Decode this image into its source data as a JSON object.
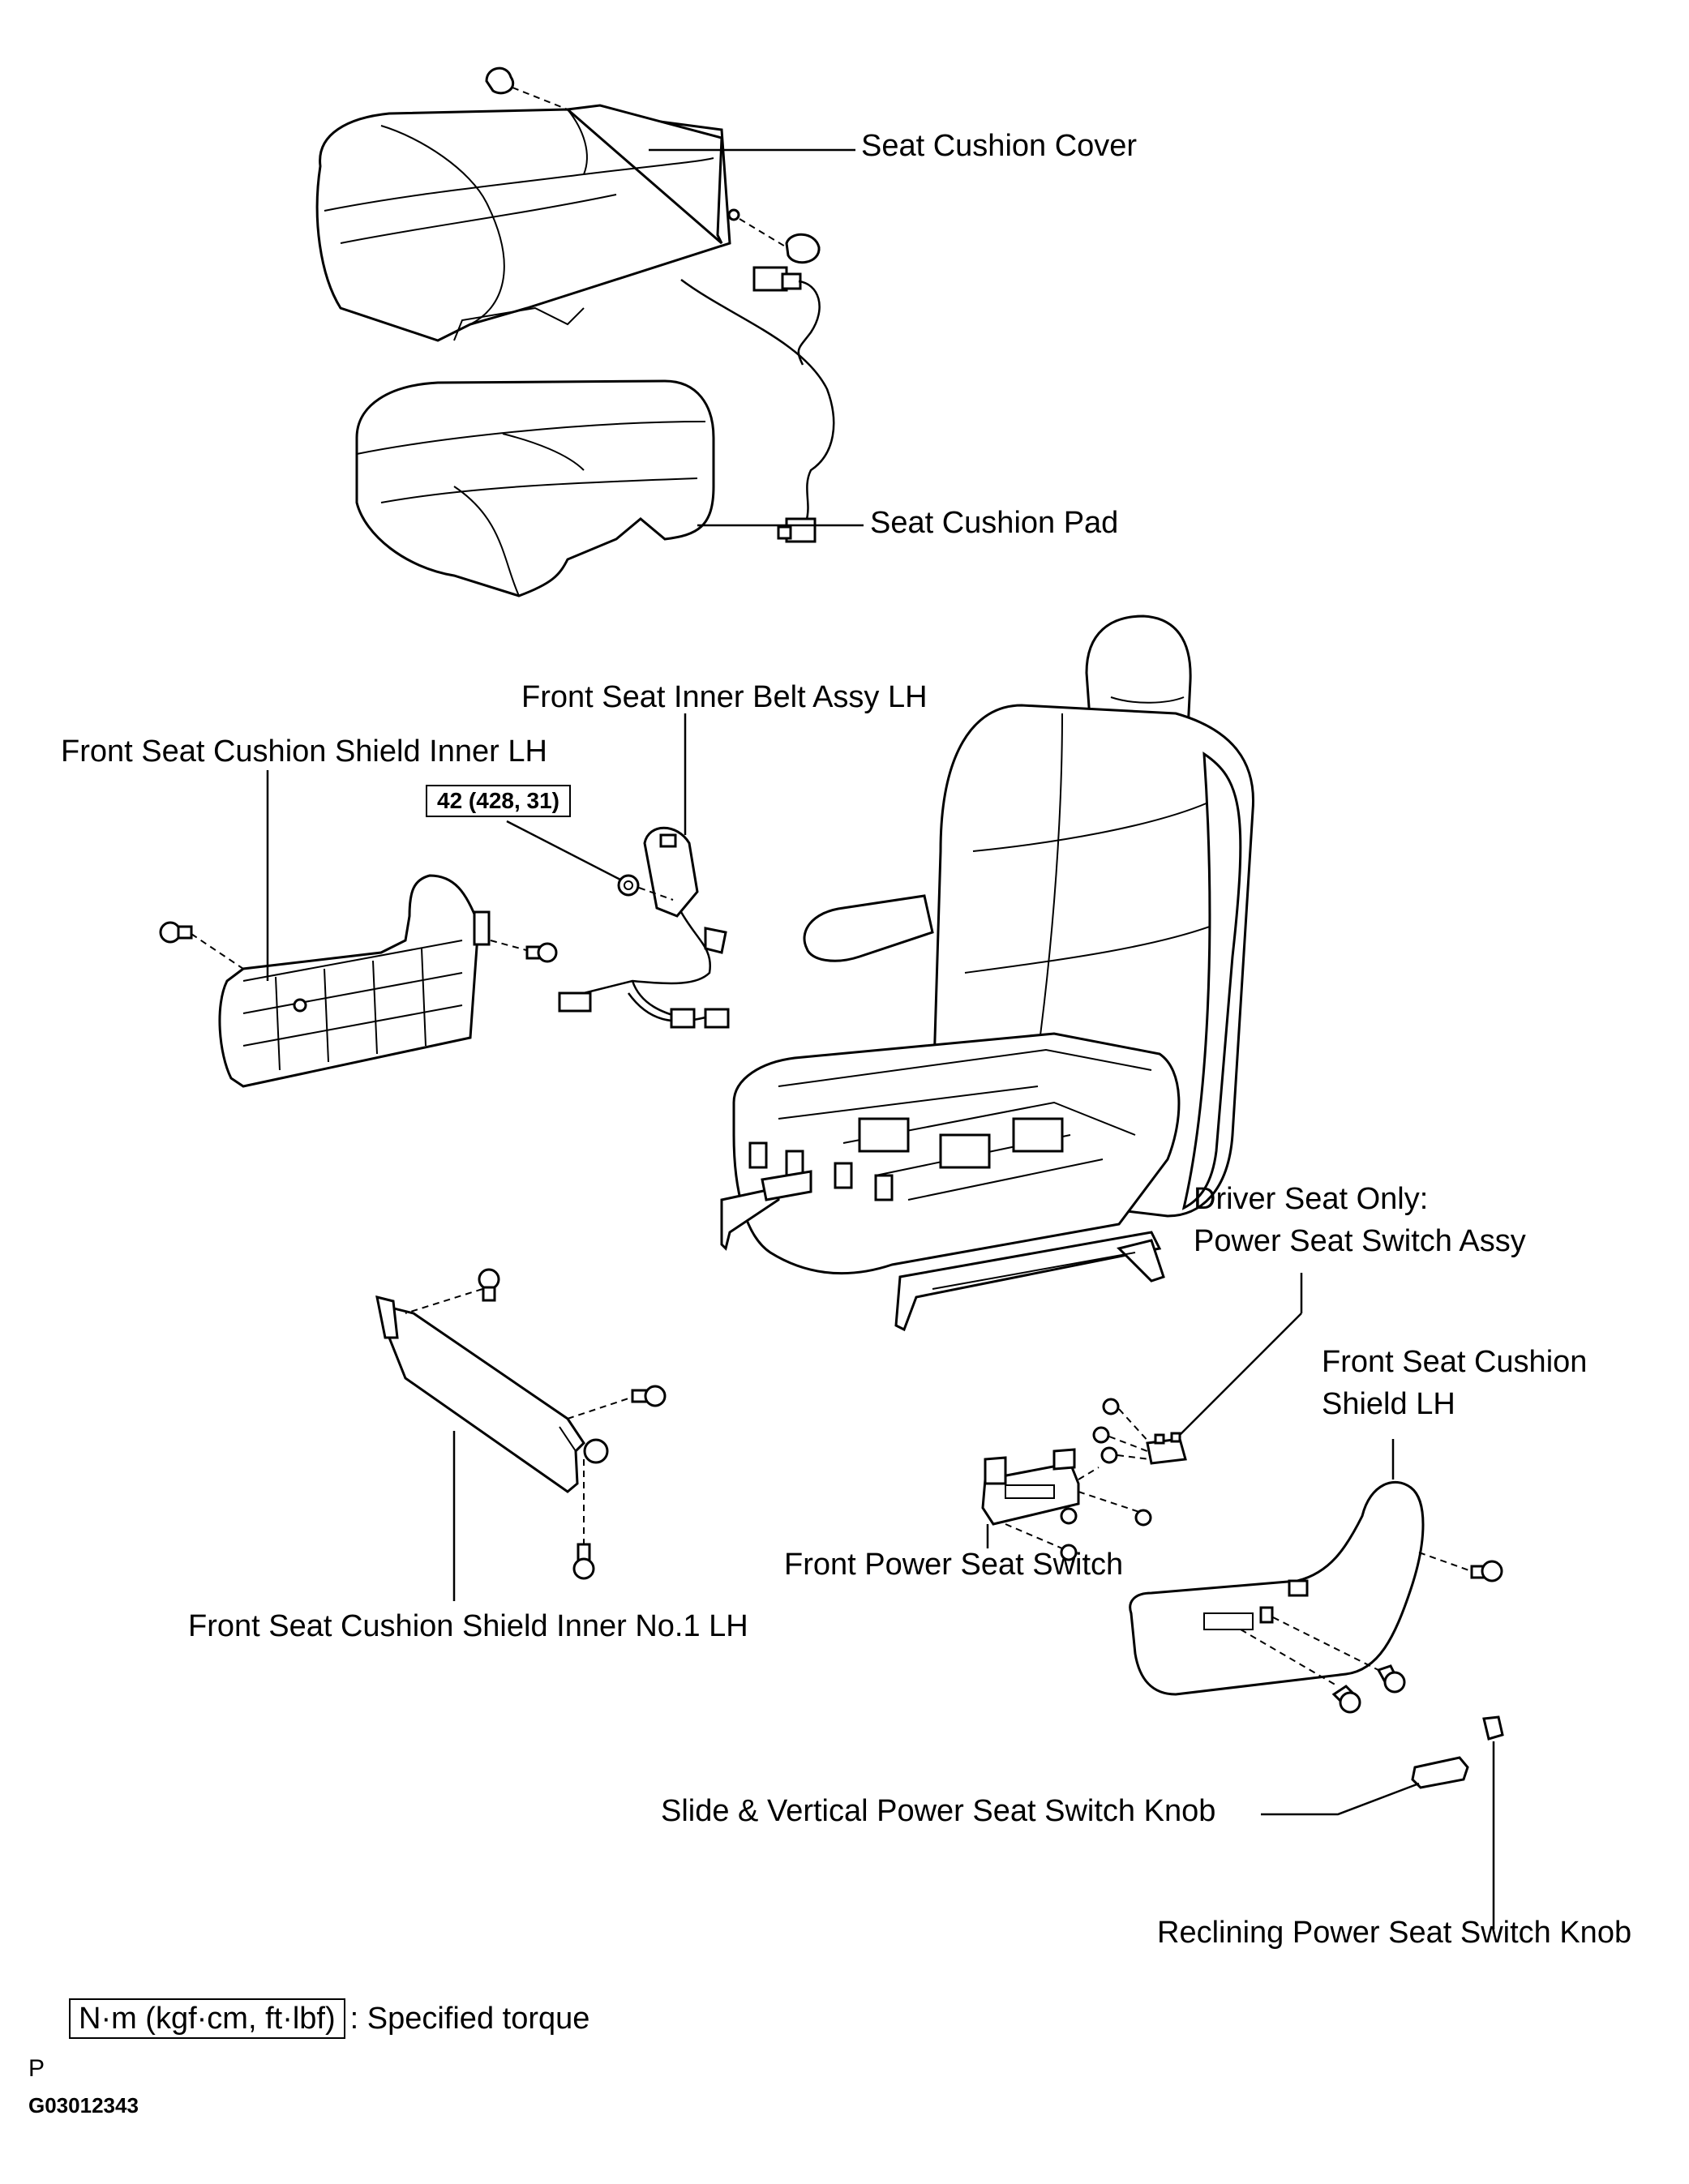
{
  "labels": {
    "seat_cushion_cover": "Seat Cushion Cover",
    "seat_cushion_pad": "Seat Cushion Pad",
    "front_seat_inner_belt": "Front Seat Inner Belt Assy LH",
    "front_seat_cushion_shield_inner": "Front Seat Cushion Shield Inner LH",
    "torque_value": "42 (428, 31)",
    "driver_seat_only": "Driver Seat Only:",
    "power_seat_switch_assy": "Power Seat Switch Assy",
    "front_seat_cushion_shield_line1": "Front Seat Cushion",
    "front_seat_cushion_shield_line2": "Shield LH",
    "front_power_seat_switch": "Front Power Seat Switch",
    "front_seat_cushion_shield_inner_no1": "Front Seat Cushion Shield Inner No.1 LH",
    "slide_vertical_knob": "Slide & Vertical Power Seat Switch Knob",
    "reclining_knob": "Reclining Power Seat Switch Knob"
  },
  "legend": {
    "unit_box": "N·m (kgf·cm, ft·lbf)",
    "description": ": Specified torque"
  },
  "footer": {
    "code_letter": "P",
    "figure_id": "G03012343"
  }
}
